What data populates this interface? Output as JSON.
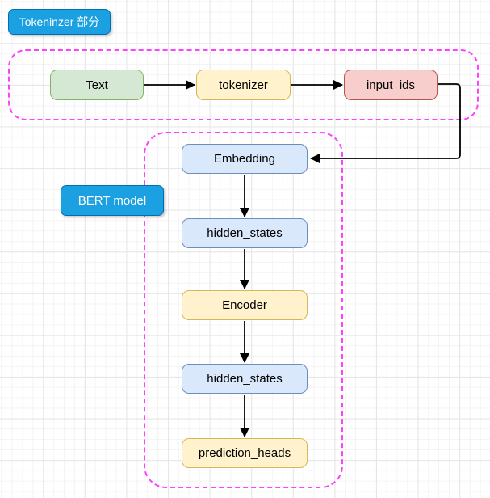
{
  "canvas": {
    "background": "#ffffff",
    "grid_minor_color": "#f4f4f4",
    "grid_major_color": "#e6e6e6"
  },
  "badges": {
    "tokenizer_section": {
      "label": "Tokeninzer 部分",
      "fill": "#1ba1e2",
      "border": "#006eaf",
      "text_color": "#ffffff"
    },
    "bert_model": {
      "label": "BERT model",
      "fill": "#1ba1e2",
      "border": "#006eaf",
      "text_color": "#ffffff"
    }
  },
  "groups": {
    "tokenizer_group": {
      "border_color": "#ff40ff",
      "border_style": "dashed"
    },
    "bert_group": {
      "border_color": "#ff40ff",
      "border_style": "dashed"
    }
  },
  "nodes": {
    "text": {
      "label": "Text",
      "fill": "#d5e8d4",
      "border": "#82b366"
    },
    "tokenizer": {
      "label": "tokenizer",
      "fill": "#fff2cc",
      "border": "#d6b656"
    },
    "input_ids": {
      "label": "input_ids",
      "fill": "#f8cecc",
      "border": "#b85450"
    },
    "embedding": {
      "label": "Embedding",
      "fill": "#dae8fc",
      "border": "#6c8ebf"
    },
    "hidden_states_1": {
      "label": "hidden_states",
      "fill": "#dae8fc",
      "border": "#6c8ebf"
    },
    "encoder": {
      "label": "Encoder",
      "fill": "#fff2cc",
      "border": "#d6b656"
    },
    "hidden_states_2": {
      "label": "hidden_states",
      "fill": "#dae8fc",
      "border": "#6c8ebf"
    },
    "prediction_heads": {
      "label": "prediction_heads",
      "fill": "#fff2cc",
      "border": "#d6b656"
    }
  },
  "edges": [
    {
      "from": "text",
      "to": "tokenizer"
    },
    {
      "from": "tokenizer",
      "to": "input_ids"
    },
    {
      "from": "input_ids",
      "to": "embedding"
    },
    {
      "from": "embedding",
      "to": "hidden_states_1"
    },
    {
      "from": "hidden_states_1",
      "to": "encoder"
    },
    {
      "from": "encoder",
      "to": "hidden_states_2"
    },
    {
      "from": "hidden_states_2",
      "to": "prediction_heads"
    }
  ],
  "edge_color": "#000000"
}
